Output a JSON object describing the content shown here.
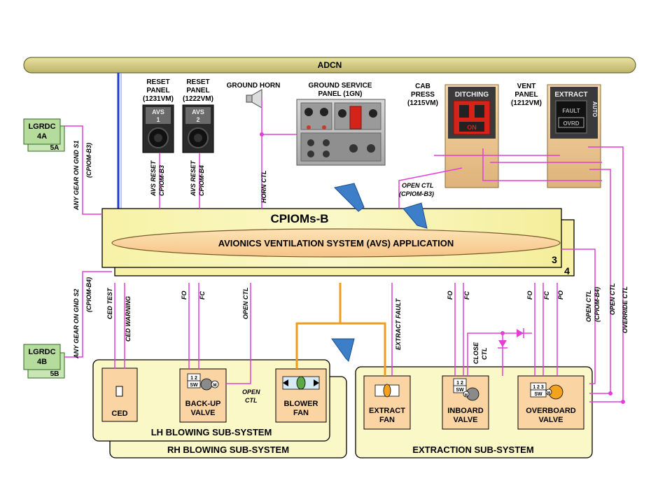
{
  "bus": {
    "label": "ADCN"
  },
  "lgrdc_top": {
    "main": "LGRDC",
    "ids": "4A",
    "sub": "5A"
  },
  "lgrdc_bottom": {
    "main": "LGRDC",
    "ids": "4B",
    "sub": "5B"
  },
  "reset_panel_1": {
    "line1": "RESET",
    "line2": "PANEL",
    "line3": "(1231VM)",
    "btn1": "AVS",
    "btn2": "1"
  },
  "reset_panel_2": {
    "line1": "RESET",
    "line2": "PANEL",
    "line3": "(1222VM)",
    "btn1": "AVS",
    "btn2": "2"
  },
  "ground_horn": {
    "label": "GROUND HORN"
  },
  "gsp": {
    "line1": "GROUND SERVICE",
    "line2": "PANEL (1GN)"
  },
  "cab_press": {
    "line1": "CAB",
    "line2": "PRESS",
    "line3": "(1215VM)",
    "title": "DITCHING",
    "btn": "ON"
  },
  "vent_panel": {
    "line1": "VENT",
    "line2": "PANEL",
    "line3": "(1212VM)",
    "title": "EXTRACT",
    "fault": "FAULT",
    "ovrd": "OVRD",
    "auto": "AUTO"
  },
  "cpiom": {
    "title": "CPIOMs-B",
    "app": "AVIONICS VENTILATION SYSTEM (AVS) APPLICATION",
    "num3": "3",
    "num4": "4"
  },
  "signals": {
    "any_gear_s1": "ANY GEAR ON GND S1",
    "cpiom_b3_a": "(CPIOM-B3)",
    "avs_reset_1": "AVS RESET",
    "avs_reset_1b": "CPIOM-B3",
    "avs_reset_2": "AVS RESET",
    "avs_reset_2b": "CPIOM-B4",
    "horn_ctl": "HORN CTL",
    "open_ctl_b3": "OPEN CTL",
    "open_ctl_b3b": "(CPIOM-B3)",
    "any_gear_s2": "ANY GEAR ON GND S2",
    "cpiom_b4_a": "(CPIOM-B4)",
    "ced_test": "CED TEST",
    "ced_warning": "CED WARNING",
    "fo1": "FO",
    "fc1": "FC",
    "open_ctl_1": "OPEN CTL",
    "extract_fault": "EXTRACT FAULT",
    "fo2": "FO",
    "fc2": "FC",
    "close_ctl": "CLOSE",
    "close_ctl_b": "CTL",
    "fo3": "FO",
    "fc3": "FC",
    "po": "PO",
    "open_ctl_b4": "OPEN CTL",
    "open_ctl_b4b": "(CPIOM-B4)",
    "open_ctl_2": "OPEN CTL",
    "override_ctl": "OVERRIDE CTL",
    "open_ctl_blower": "OPEN",
    "open_ctl_blower_b": "CTL"
  },
  "lh": {
    "title": "LH BLOWING SUB-SYSTEM"
  },
  "rh": {
    "title": "RH BLOWING SUB-SYSTEM"
  },
  "ext": {
    "title": "EXTRACTION SUB-SYSTEM"
  },
  "ced": {
    "label": "CED"
  },
  "backup": {
    "line1": "BACK-UP",
    "line2": "VALVE",
    "sw": "SW",
    "m": "M",
    "n": "1  2"
  },
  "blower": {
    "line1": "BLOWER",
    "line2": "FAN"
  },
  "extract_fan": {
    "line1": "EXTRACT",
    "line2": "FAN"
  },
  "inboard": {
    "line1": "INBOARD",
    "line2": "VALVE",
    "sw": "SW",
    "m": "M",
    "n": "1  2"
  },
  "overboard": {
    "line1": "OVERBOARD",
    "line2": "VALVE",
    "sw": "SW",
    "m": "M",
    "n": "1 2 3"
  }
}
